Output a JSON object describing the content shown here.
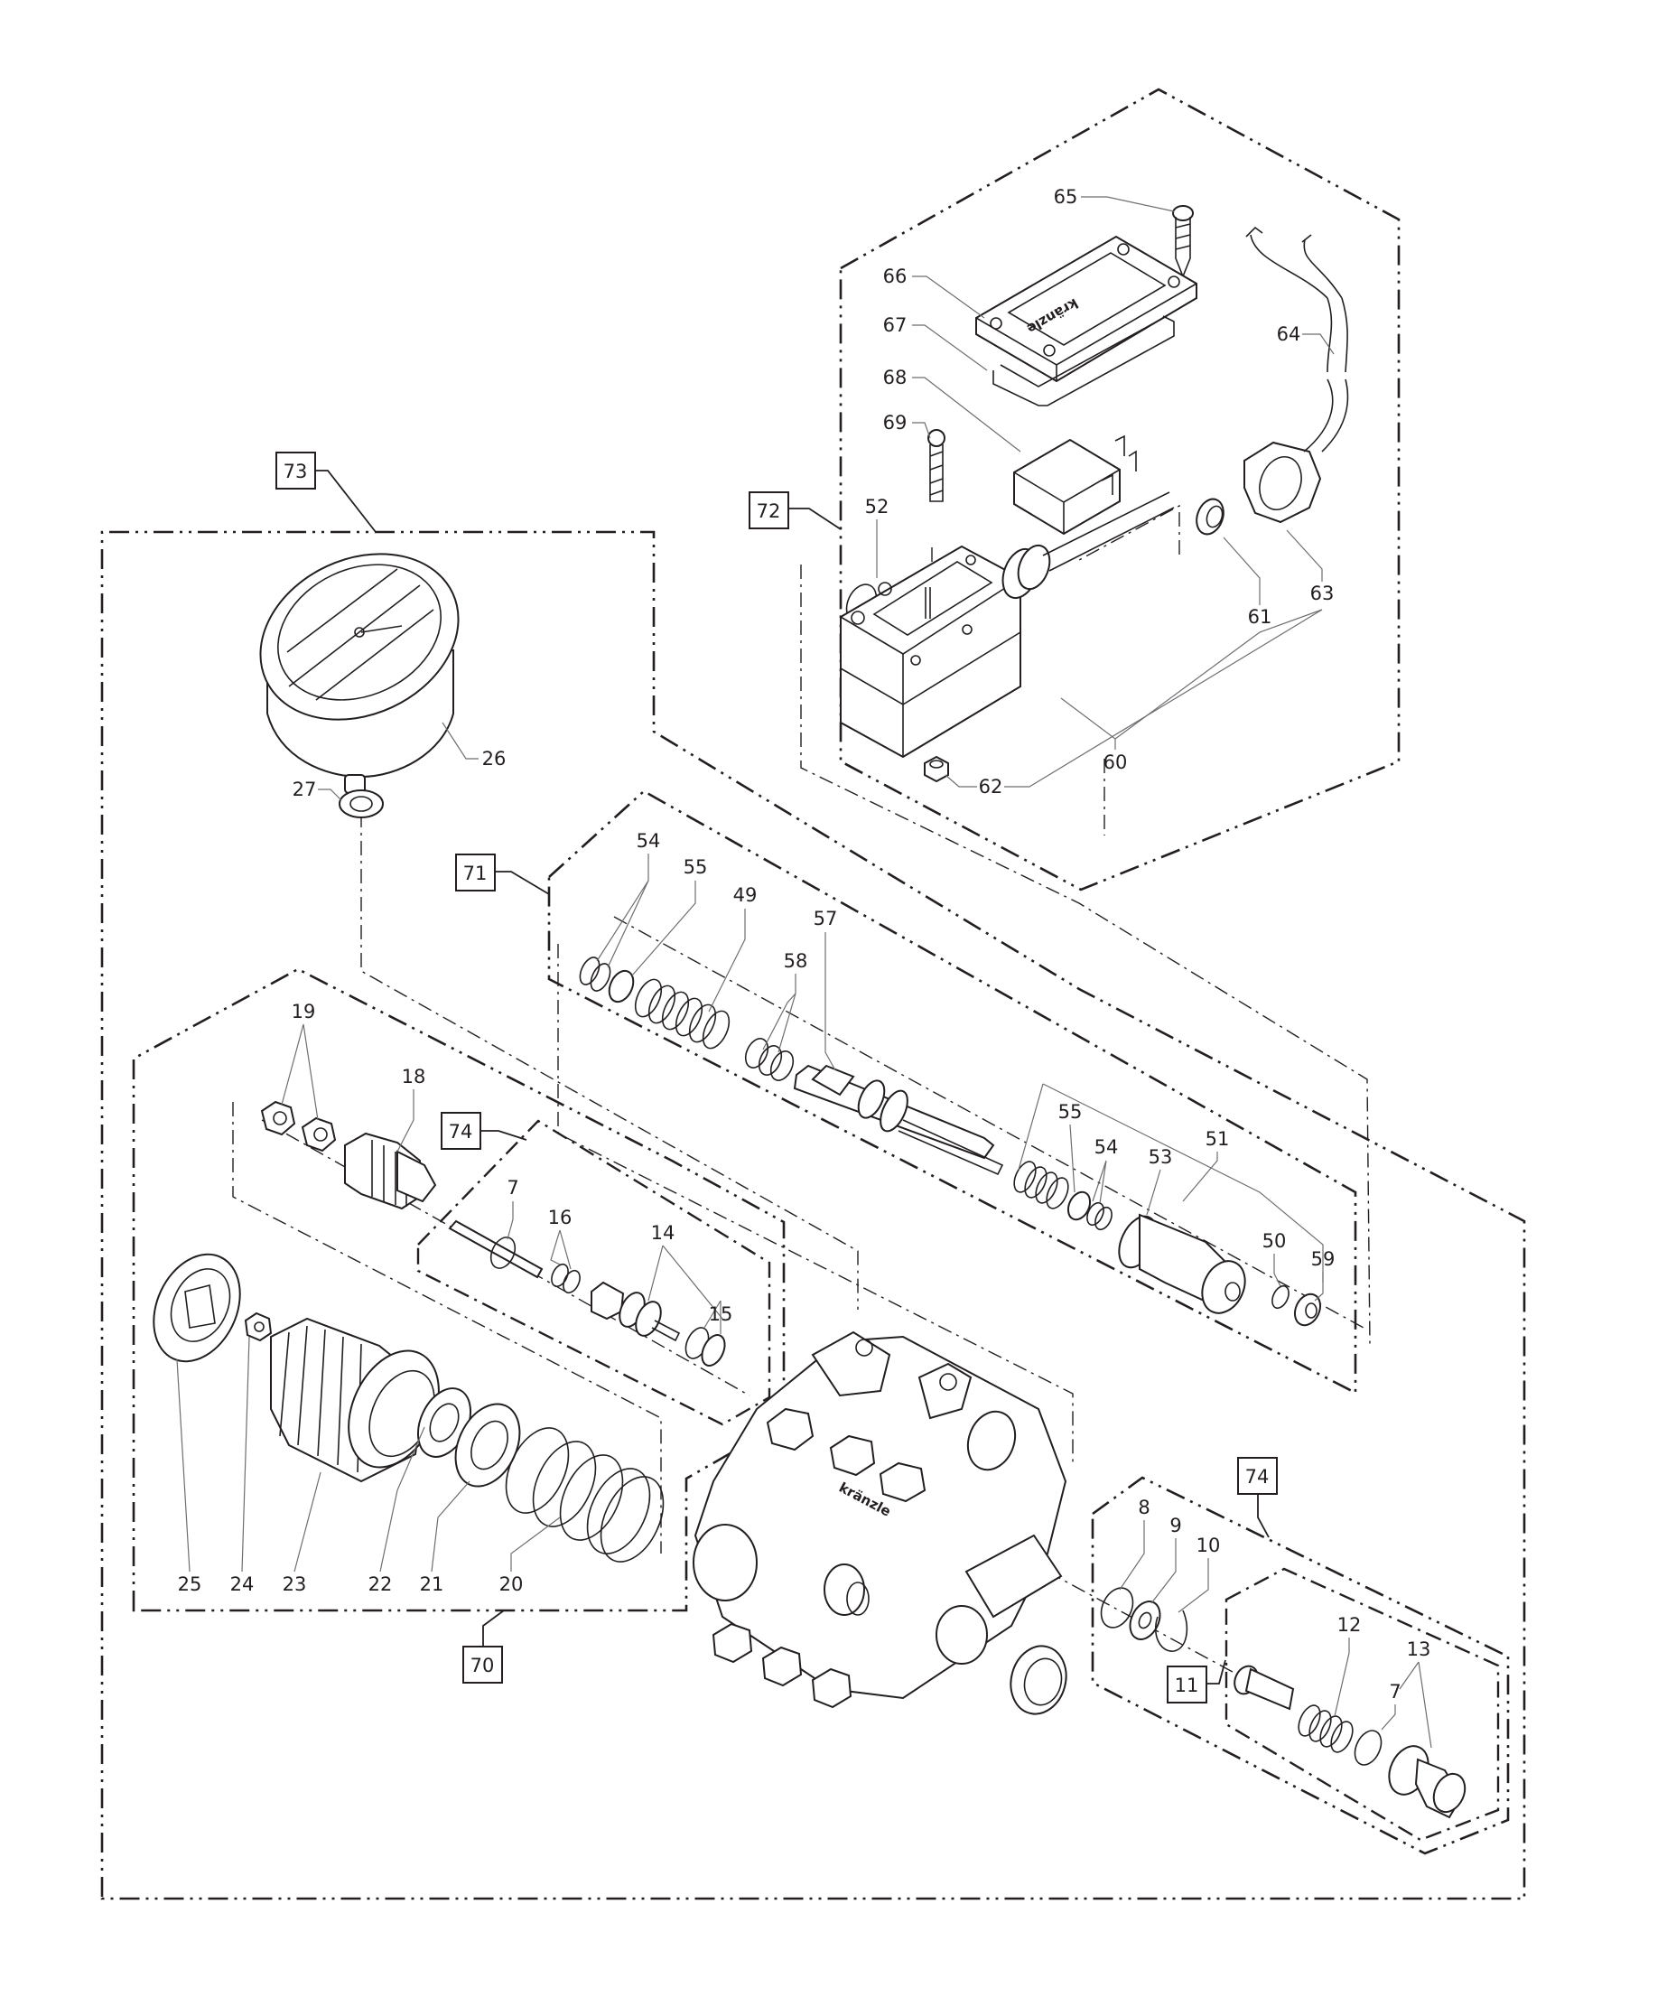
{
  "diagram": {
    "type": "exploded-parts-diagram",
    "brand_marking": "kränzle",
    "colors": {
      "line": "#231f20",
      "leader": "#6d6e71",
      "background": "#ffffff"
    }
  },
  "assemblies": [
    {
      "id": "73",
      "label": "73",
      "description": "outer assembly frame (pump head with gauge)"
    },
    {
      "id": "72",
      "label": "72",
      "description": "switch box assembly"
    },
    {
      "id": "71",
      "label": "71",
      "description": "unloader / control piston assembly"
    },
    {
      "id": "70",
      "label": "70",
      "description": "pressure regulator assembly"
    },
    {
      "id": "74a",
      "label": "74",
      "description": "valve kit (upper)"
    },
    {
      "id": "74b",
      "label": "74",
      "description": "valve kit (lower right)"
    },
    {
      "id": "11",
      "label": "11",
      "description": "valve insert sub-assembly"
    }
  ],
  "parts": {
    "p65": "65",
    "p66": "66",
    "p67": "67",
    "p68": "68",
    "p69": "69",
    "p64": "64",
    "p52": "52",
    "p63": "63",
    "p61": "61",
    "p60": "60",
    "p62": "62",
    "p26": "26",
    "p27": "27",
    "p54a": "54",
    "p55a": "55",
    "p49": "49",
    "p57": "57",
    "p58": "58",
    "p55b": "55",
    "p54b": "54",
    "p53": "53",
    "p51": "51",
    "p50": "50",
    "p59": "59",
    "p19": "19",
    "p18": "18",
    "p7a": "7",
    "p16": "16",
    "p14": "14",
    "p15": "15",
    "p25": "25",
    "p24": "24",
    "p23": "23",
    "p22": "22",
    "p21": "21",
    "p20": "20",
    "p8": "8",
    "p9": "9",
    "p10": "10",
    "p12": "12",
    "p13": "13",
    "p7b": "7"
  }
}
